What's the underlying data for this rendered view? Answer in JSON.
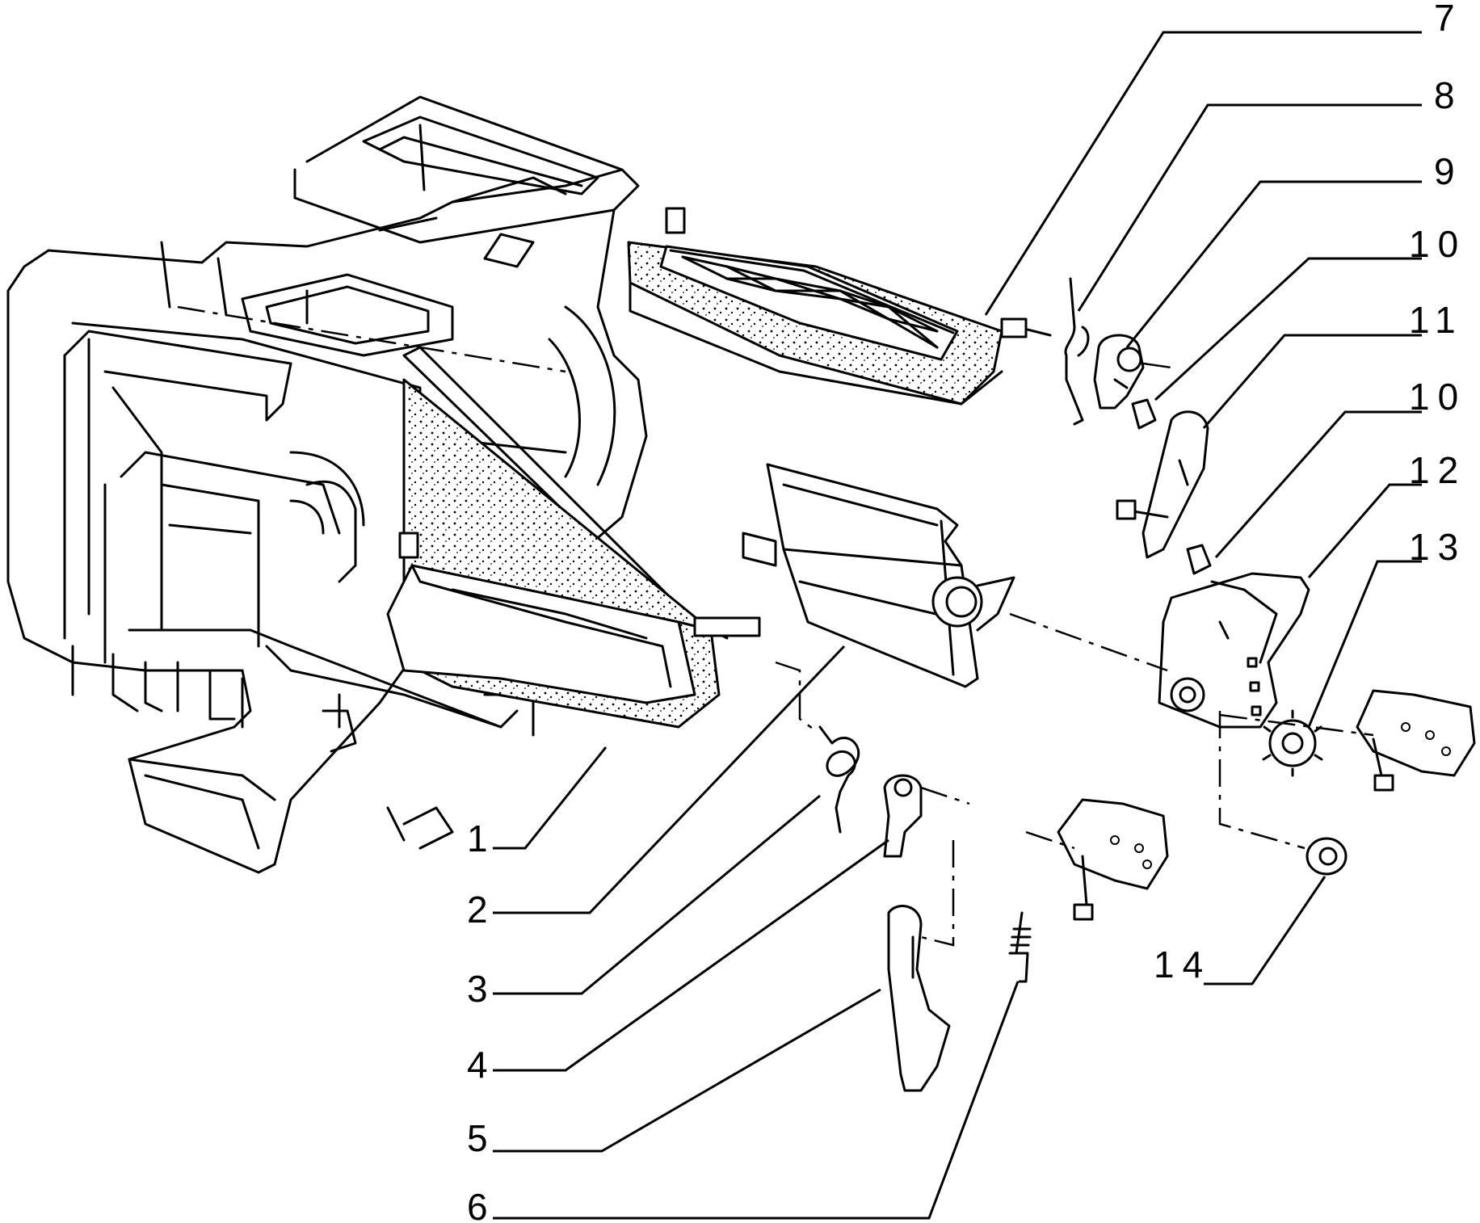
{
  "callouts": {
    "c1": "1",
    "c2": "2",
    "c3": "3",
    "c4": "4",
    "c5": "5",
    "c6": "6",
    "c7": "7",
    "c8": "8",
    "c9": "9",
    "c10a": "10",
    "c11": "11",
    "c10b": "10",
    "c12": "12",
    "c13": "13",
    "c14": "14"
  }
}
